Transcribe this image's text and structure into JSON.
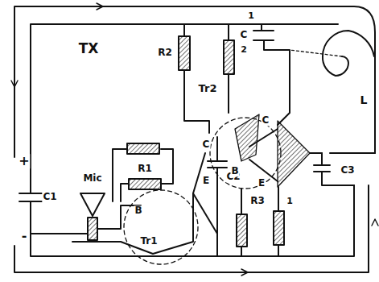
{
  "diagram": {
    "labels": [
      "TX",
      "R2",
      "Mic",
      "R1",
      "Tr1",
      "B",
      "C",
      "E",
      "C2",
      "Tr2",
      "B",
      "C",
      "E",
      "C3",
      "R3",
      "1",
      "1",
      "C",
      "2",
      "L",
      "+",
      "-",
      "C1"
    ]
  }
}
